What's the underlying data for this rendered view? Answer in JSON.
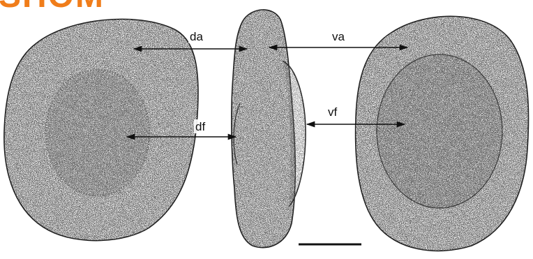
{
  "header_text": "SHOM",
  "labels": {
    "da": "da",
    "df": "df",
    "va": "va",
    "vf": "vf"
  },
  "colors": {
    "header": "#f07d1a",
    "ink": "#111111",
    "stipple": "#2a2a2a",
    "background": "#ffffff"
  }
}
